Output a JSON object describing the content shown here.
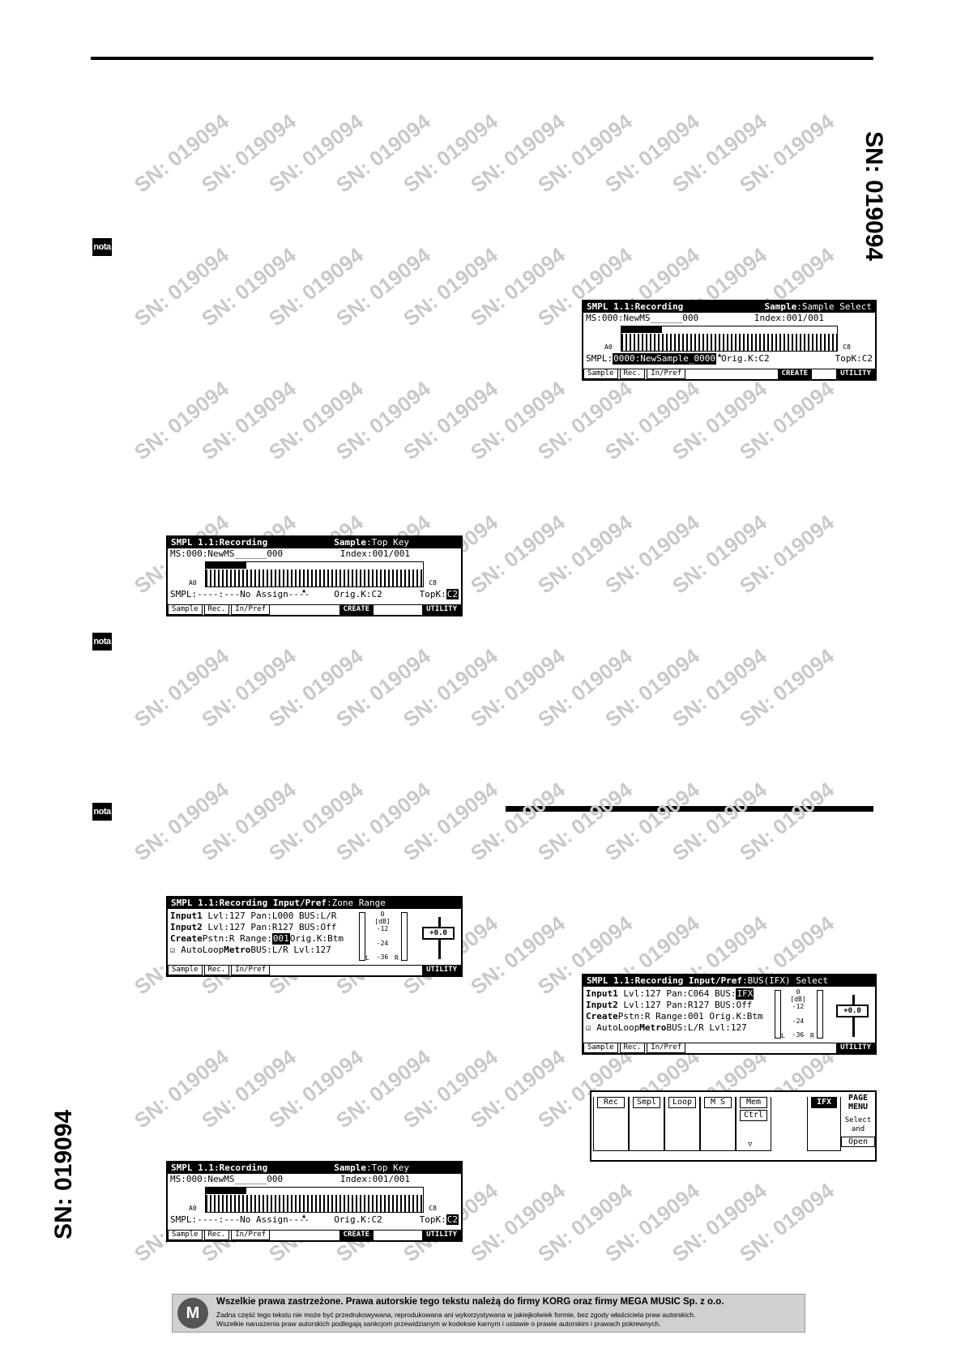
{
  "side_serial": "SN: 019094",
  "watermark": "SN: 019094",
  "nota_label": "nota",
  "screen_sample_select": {
    "title_left": "SMPL 1.1:Recording",
    "title_right_bold": "Sample",
    "title_right_rest": ":Sample Select",
    "row1_left": "MS:000:NewMS______000",
    "row1_right": "Index:001/001",
    "kbd_low": "A0",
    "kbd_high": "C8",
    "smpl_label": "SMPL:",
    "smpl_value": "0000:NewSample_0000",
    "orig": "Orig.K:C2",
    "top": "TopK:C2",
    "tabs": [
      "Sample",
      "Rec.",
      "In/Pref"
    ],
    "create": "CREATE",
    "utility": "UTILITY"
  },
  "screen_top_key": {
    "title_left": "SMPL 1.1:Recording",
    "title_right_bold": "Sample",
    "title_right_rest": ":Top Key",
    "row1_left": "MS:000:NewMS______000",
    "row1_right": "Index:001/001",
    "kbd_low": "A0",
    "kbd_high": "C8",
    "smpl_text": "SMPL:----:---No Assign----",
    "orig": "Orig.K:C2",
    "top_label": "TopK:",
    "top_value": "C2",
    "tabs": [
      "Sample",
      "Rec.",
      "In/Pref"
    ],
    "create": "CREATE",
    "utility": "UTILITY"
  },
  "screen_zone_range": {
    "title_left": "SMPL 1.1:Recording Input/Pref",
    "title_right": ":Zone Range",
    "input1_label": "Input1",
    "input1_text": "Lvl:127  Pan:L000 BUS:L/R",
    "input2_label": "Input2",
    "input2_text": "Lvl:127  Pan:R127 BUS:Off",
    "create_label": "Create",
    "create_text_a": "Pstn:R Range:",
    "create_value": "001",
    "create_text_b": " Orig.K:Btm",
    "autoloop": "☑ AutoLoop ",
    "metro_label": "Metro",
    "metro_text": "BUS:L/R Lvl:127",
    "meter_ticks": [
      "0",
      "[dB]",
      "-12",
      "-24",
      "-36"
    ],
    "meter_l": "L",
    "meter_r": "R",
    "fader_value": "+0.0",
    "tabs": [
      "Sample",
      "Rec.",
      "In/Pref"
    ],
    "utility": "UTILITY"
  },
  "screen_bus_select": {
    "title_left": "SMPL 1.1:Recording Input/Pref",
    "title_right": ":BUS(IFX) Select",
    "input1_label": "Input1",
    "input1_text": "Lvl:127  Pan:C064 BUS:",
    "input1_value": "IFX",
    "input2_label": "Input2",
    "input2_text": "Lvl:127  Pan:R127 BUS:Off",
    "create_label": "Create",
    "create_text": "Pstn:R Range:001 Orig.K:Btm",
    "autoloop": "☑ AutoLoop ",
    "metro_label": "Metro",
    "metro_text": "BUS:L/R Lvl:127",
    "meter_ticks": [
      "0",
      "[dB]",
      "-12",
      "-24",
      "-36"
    ],
    "meter_l": "L",
    "meter_r": "R",
    "fader_value": "+0.0",
    "tabs": [
      "Sample",
      "Rec.",
      "In/Pref"
    ],
    "utility": "UTILITY"
  },
  "page_menu": {
    "buttons": [
      "Rec",
      "Smpl",
      "Loop",
      "M S",
      "Mem"
    ],
    "sub_button": "Ctrl",
    "ifx": "IFX",
    "title_line1": "PAGE",
    "title_line2": "MENU",
    "hint_line1": "Select",
    "hint_line2": "and",
    "open": "Open"
  },
  "screen_top_key_2": {
    "title_left": "SMPL 1.1:Recording",
    "title_right_bold": "Sample",
    "title_right_rest": ":Top Key",
    "row1_left": "MS:000:NewMS______000",
    "row1_right": "Index:001/001",
    "kbd_low": "A0",
    "kbd_high": "C8",
    "smpl_text": "SMPL:----:---No Assign----",
    "orig": "Orig.K:C2",
    "top_label": "TopK:",
    "top_value": "C2",
    "tabs": [
      "Sample",
      "Rec.",
      "In/Pref"
    ],
    "create": "CREATE",
    "utility": "UTILITY"
  },
  "footer": {
    "logo": "M",
    "line1": "Wszelkie prawa zastrzeżone. Prawa autorskie tego tekstu należą do firmy KORG oraz firmy MEGA MUSIC Sp. z o.o.",
    "line2": "Żadna część tego tekstu nie może być przedrukowywana, reprodukowana ani wykorzystywana w jakiejkolwiek formie, bez zgody właściciela praw autorskich.",
    "line3": "Wszelkie naruszenia praw autorskich podlegają sankcjom przewidzianym w kodeksie karnym i ustawie o prawie autorskim i prawach pokrewnych."
  }
}
